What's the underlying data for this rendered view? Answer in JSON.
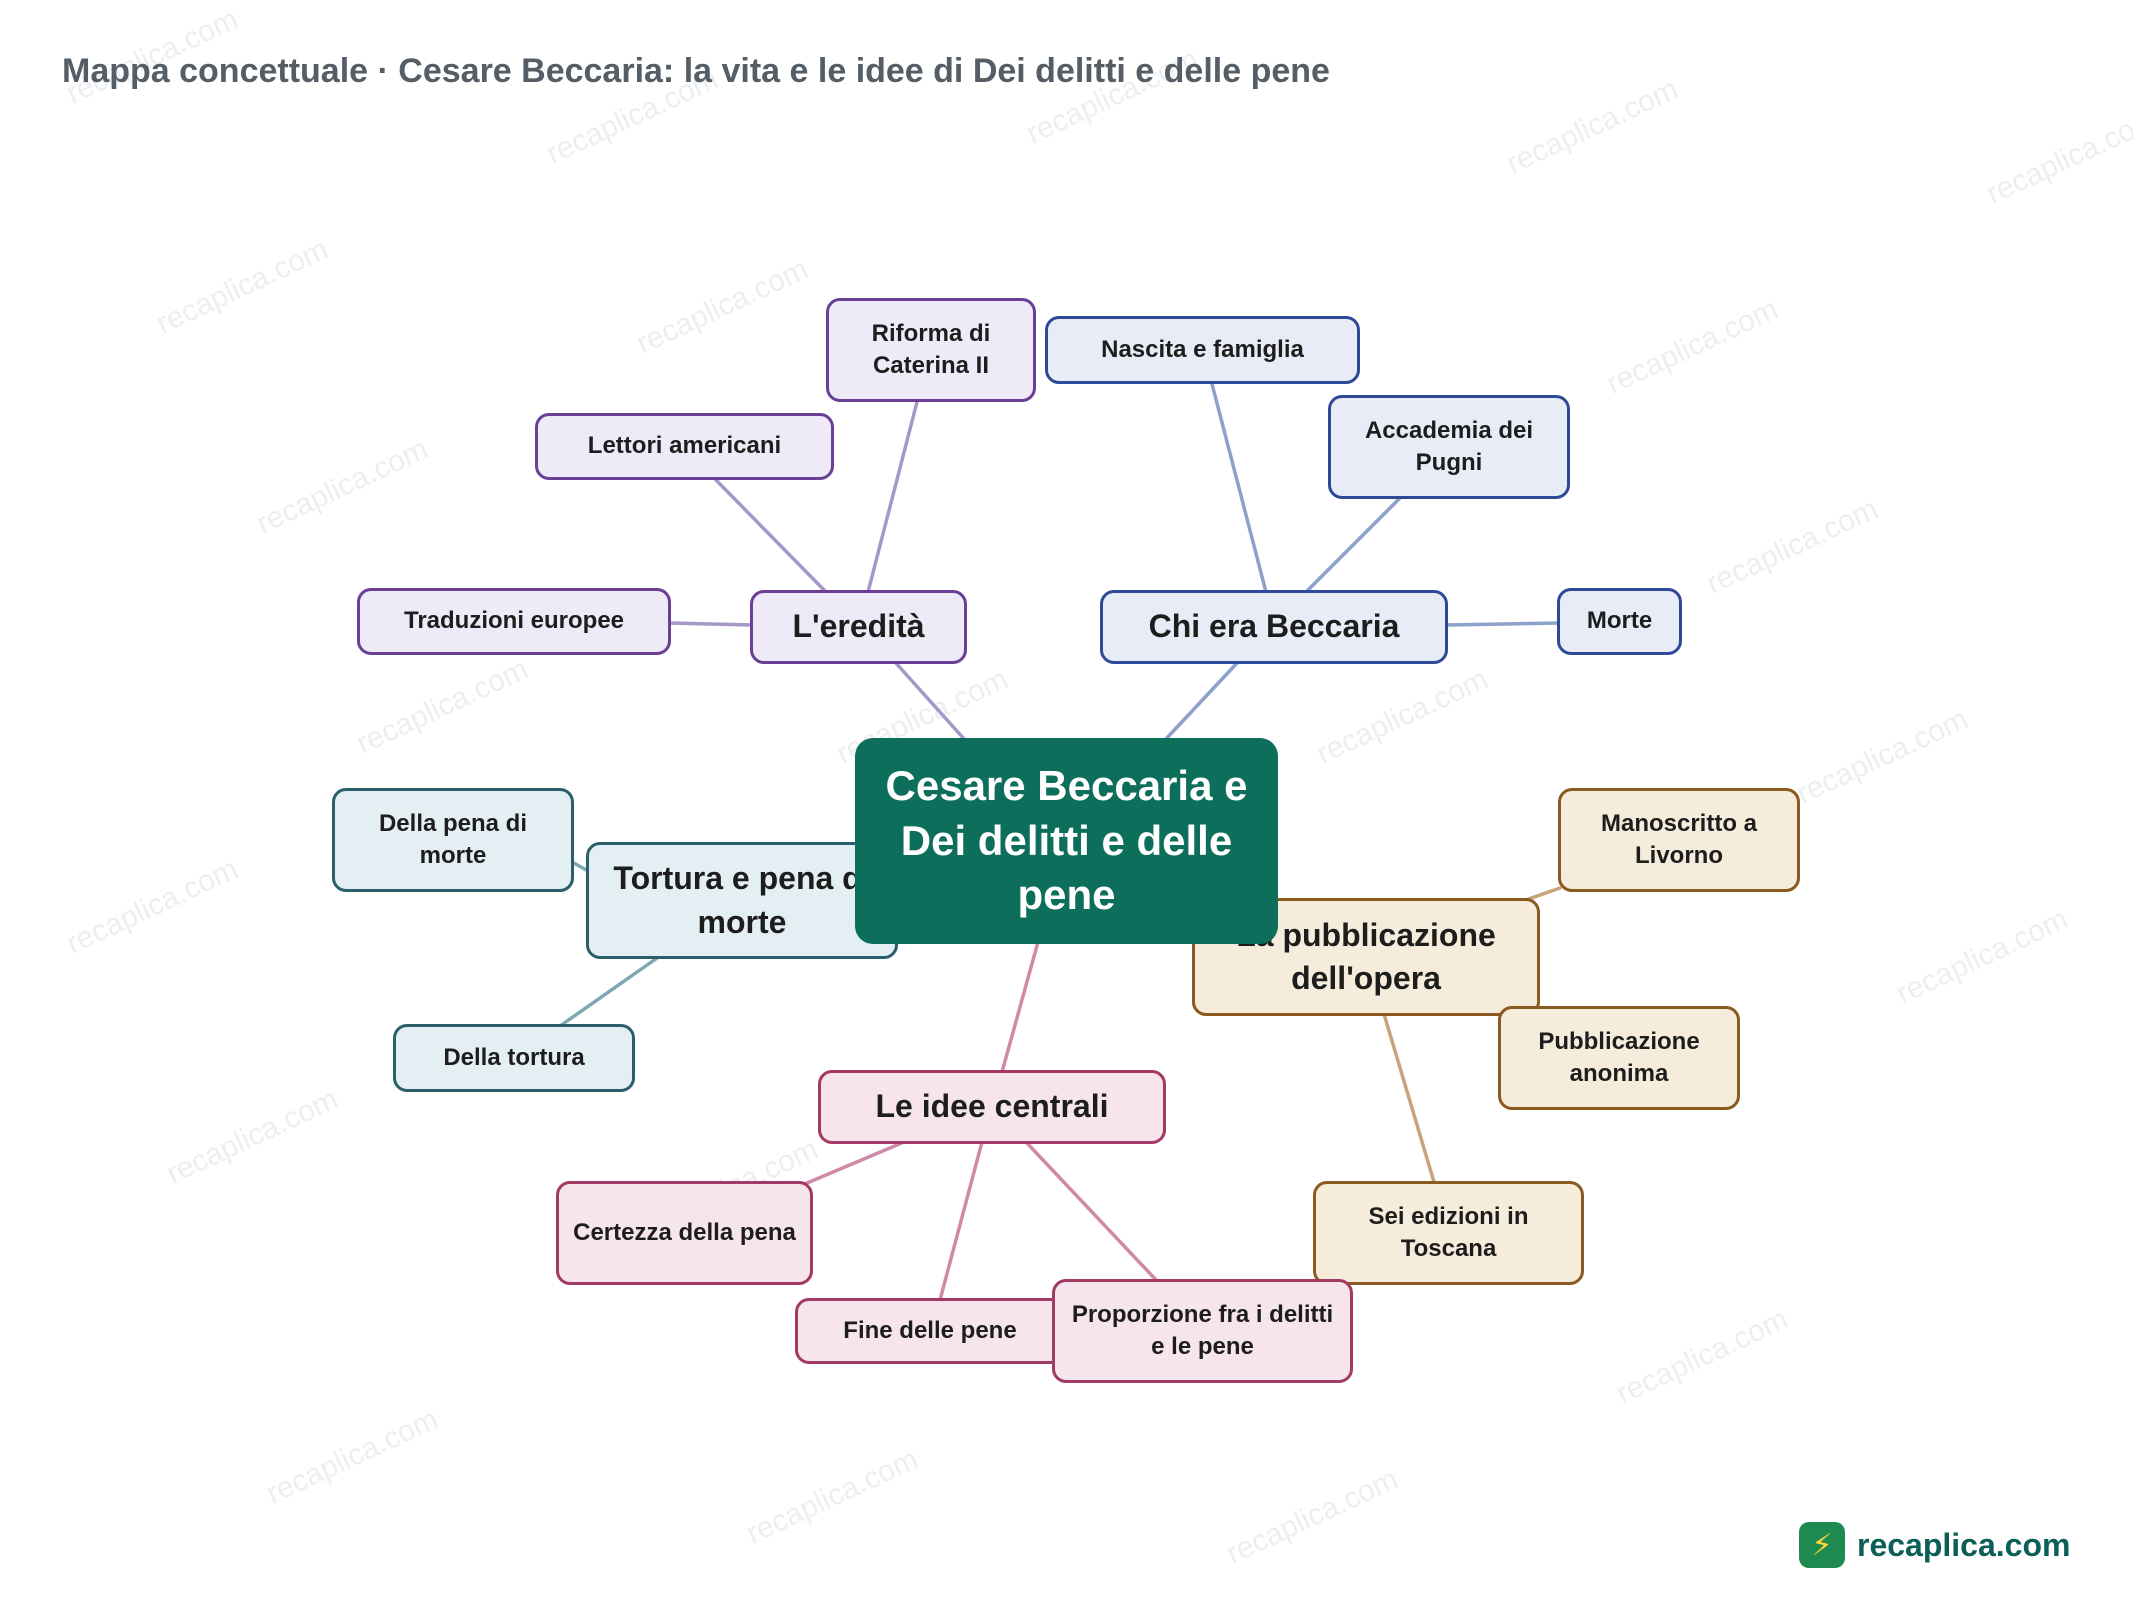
{
  "page": {
    "title": "Mappa concettuale · Cesare Beccaria: la vita e le idee di Dei delitti e delle pene"
  },
  "watermark": "recaplica.com",
  "brand": {
    "name": "recaplica.com",
    "icon": "lightning-bolt-icon",
    "color": "#1e8a4f"
  },
  "colors": {
    "center": "#0e6e5c",
    "eredita": "#6a3f95",
    "chi_era": "#2e4a97",
    "tortura": "#2b5f6c",
    "pubblicazione": "#8a5a20",
    "idee": "#a23a66"
  },
  "center": {
    "label": "Cesare Beccaria e Dei delitti e delle pene"
  },
  "branches": {
    "eredita": {
      "label": "L'eredità",
      "children": [
        "Riforma di Caterina II",
        "Lettori americani",
        "Traduzioni europee"
      ]
    },
    "chi_era": {
      "label": "Chi era Beccaria",
      "children": [
        "Nascita e famiglia",
        "Accademia dei Pugni",
        "Morte"
      ]
    },
    "tortura": {
      "label": "Tortura e pena di morte",
      "children": [
        "Della pena di morte",
        "Della tortura"
      ]
    },
    "pubblicazione": {
      "label": "La pubblicazione dell'opera",
      "children": [
        "Manoscritto a Livorno",
        "Pubblicazione anonima",
        "Sei edizioni in Toscana"
      ]
    },
    "idee": {
      "label": "Le idee centrali",
      "children": [
        "Certezza della pena",
        "Fine delle pene",
        "Proporzione fra i delitti e le pene"
      ]
    }
  }
}
